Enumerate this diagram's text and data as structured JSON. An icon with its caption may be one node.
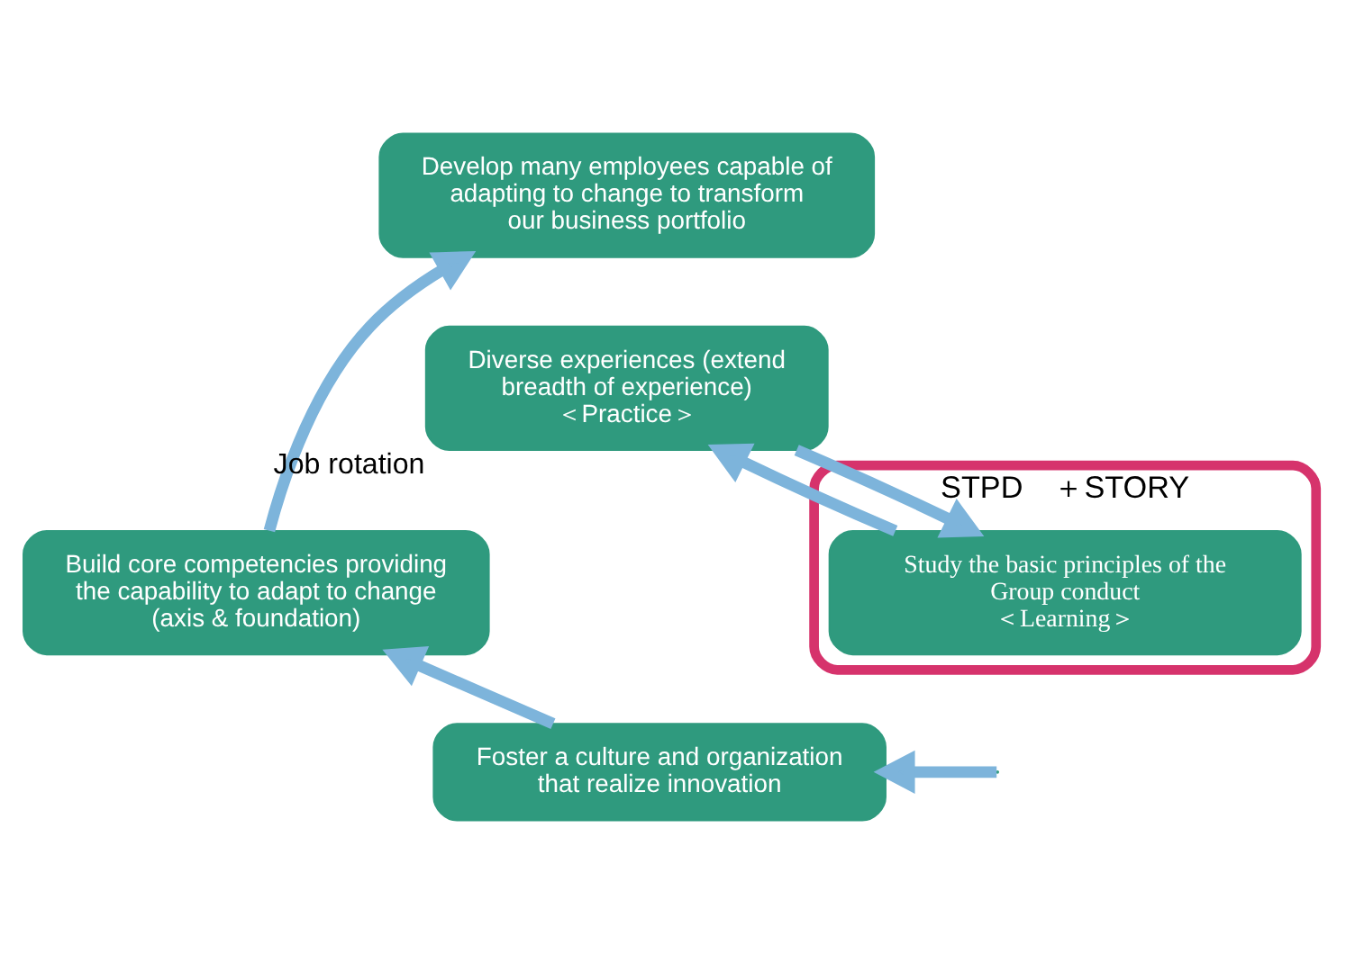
{
  "diagram": {
    "nodes": [
      {
        "text": [
          "Develop many employees capable of adapting to change to transform our business portfolio"
        ]
      },
      {
        "text": [
          "Build core competencies providing the capability to adapt to change (axis & foundation)"
        ]
      },
      {
        "text": [
          "STPD　＋STORY"
        ]
      },
      {
        "text": [
          "Study the basic principles of the Group conduct",
          "＜Learning＞"
        ],
        "in": 2
      },
      {
        "text": [
          "Diverse experiences (extend breadth of experience)",
          "＜Practice＞"
        ],
        "beside": [
          "Job rotation"
        ]
      },
      {
        "text": [
          "Foster a culture and organization that realize innovation"
        ]
      }
    ],
    "edges": [
      {
        "from": 1,
        "to": 0,
        "arrow": "to"
      },
      {
        "from": 5,
        "to": 1,
        "arrow": "to"
      },
      {
        "from": 3,
        "to": 4,
        "arrow": "to"
      },
      {
        "from": 4,
        "to": 3,
        "arrow": "to"
      },
      {
        "from": null,
        "to": 5,
        "arrow": "to"
      }
    ]
  }
}
